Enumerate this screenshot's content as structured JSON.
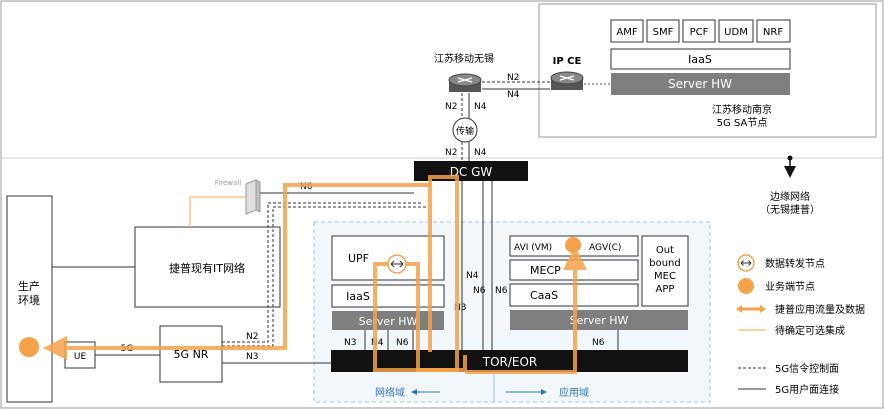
{
  "nanjing": {
    "nfs": [
      "AMF",
      "SMF",
      "PCF",
      "UDM",
      "NRF"
    ],
    "iaas": "IaaS",
    "server_hw": "Server HW",
    "site_line1": "江苏移动南京",
    "site_line2": "5G SA节点",
    "ipce": "IP CE"
  },
  "wuxi_router": "江苏移动无锡",
  "transport": "传输",
  "dcgw": "DC GW",
  "edge_label_line1": "边缘网络",
  "edge_label_line2": "（无锡捷普）",
  "firewall": "Firewall",
  "jabil_it": "捷普现有IT网络",
  "production_line1": "生产",
  "production_line2": "环境",
  "ue": "UE",
  "nr": "5G NR",
  "upf": "UPF",
  "iaas_left": "IaaS",
  "server_hw_left": "Server HW",
  "avi": "AVI (VM)",
  "agv": "AGV(C)",
  "mecp": "MECP",
  "caas": "CaaS",
  "server_hw_right": "Server HW",
  "outbound": [
    "Out",
    "bound",
    "MEC",
    "APP"
  ],
  "tor": "TOR/EOR",
  "domain_network": "网络域",
  "domain_app": "应用域",
  "links": {
    "n2": "N2",
    "n3": "N3",
    "n4": "N4",
    "n6": "N6",
    "g5": "5G"
  },
  "legend": {
    "forward_node": "数据转发节点",
    "service_node": "业务端节点",
    "app_flow": "捷普应用流量及数据",
    "optional": "待确定可选集成",
    "ctrl": "5G信令控制面",
    "user": "5G用户面连接"
  },
  "colors": {
    "orange": "#f5a24b",
    "orange_light": "#f8c58a",
    "gray": "#7f7f7f",
    "black": "#111111",
    "dash_blue": "#9dc3e6",
    "arrow_blue": "#2e75b6"
  }
}
